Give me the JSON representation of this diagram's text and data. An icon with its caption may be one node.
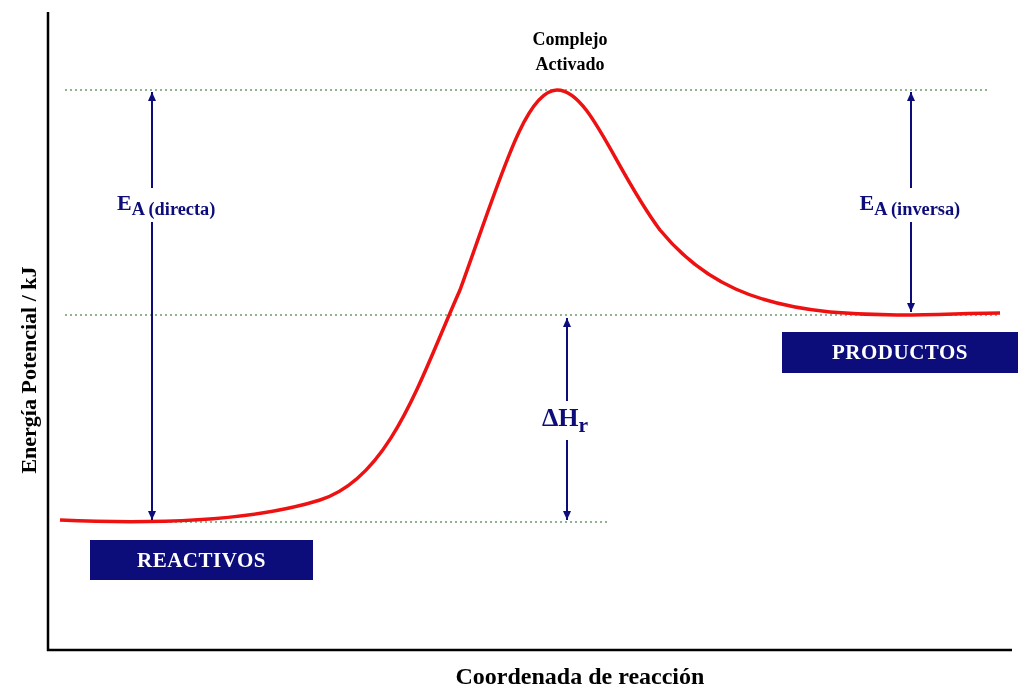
{
  "diagram": {
    "nodes": [
      {
        "text": [
          "REACTIVOS"
        ]
      },
      {
        "text": [
          "PRODUCTOS"
        ]
      }
    ],
    "labels": [
      "Complejo Activado",
      "E$_{A (directa)}$",
      "E$_{A (inversa)}$",
      "ΔH$_{r}$",
      "Energía Potencial / kJ",
      "Coordenada de reacción"
    ]
  }
}
